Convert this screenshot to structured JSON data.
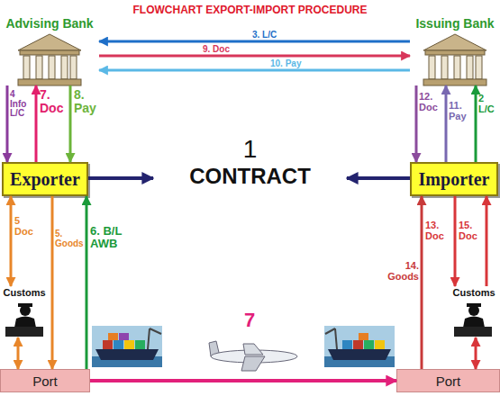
{
  "diagram": {
    "title": "FLOWCHART EXPORT-IMPORT PROCEDURE",
    "nodes": [
      {
        "text": [
          "Advising Bank"
        ]
      },
      {
        "text": [
          "Issuing Bank"
        ]
      },
      {
        "text": [
          "Exporter"
        ]
      },
      {
        "text": [
          "1",
          "CONTRACT"
        ]
      },
      {
        "text": [
          "Importer"
        ]
      },
      {
        "text": [
          "Customs"
        ]
      },
      {
        "text": [
          "Customs"
        ]
      },
      {
        "text": [
          "Port"
        ]
      },
      {
        "text": [
          "Port"
        ]
      }
    ],
    "edges": [
      {
        "from": 1,
        "to": 0,
        "arrow": "to",
        "label": "3. L/C"
      },
      {
        "from": 0,
        "to": 1,
        "arrow": "to",
        "label": "9. Doc"
      },
      {
        "from": 1,
        "to": 0,
        "arrow": "to",
        "label": "10. Pay"
      },
      {
        "from": 0,
        "to": 2,
        "arrow": "to",
        "label": "4 Info L/C"
      },
      {
        "from": 2,
        "to": 0,
        "arrow": "to",
        "label": "7. Doc"
      },
      {
        "from": 0,
        "to": 2,
        "arrow": "to",
        "label": "8. Pay"
      },
      {
        "from": 2,
        "to": 3,
        "arrow": "to"
      },
      {
        "from": 4,
        "to": 3,
        "arrow": "to"
      },
      {
        "from": 1,
        "to": 4,
        "arrow": "to",
        "label": "12. Doc"
      },
      {
        "from": 4,
        "to": 1,
        "arrow": "to",
        "label": "11. Pay"
      },
      {
        "from": 4,
        "to": 1,
        "arrow": "to",
        "label": "2 L/C"
      },
      {
        "from": 2,
        "to": 5,
        "arrow": "both",
        "label": "5 Doc"
      },
      {
        "from": 2,
        "to": 7,
        "arrow": "to",
        "label": "5. Goods"
      },
      {
        "from": 7,
        "to": 2,
        "arrow": "to",
        "label": "6. B/L AWB"
      },
      {
        "from": 5,
        "to": 7,
        "arrow": "both"
      },
      {
        "from": 7,
        "to": 8,
        "arrow": "to",
        "label": "7"
      },
      {
        "from": 8,
        "to": 4,
        "arrow": "to",
        "label": "14. Goods"
      },
      {
        "from": 4,
        "to": 6,
        "arrow": "to",
        "label": "13. Doc"
      },
      {
        "from": 6,
        "to": 4,
        "arrow": "to",
        "label": "15. Doc"
      },
      {
        "from": 6,
        "to": 8,
        "arrow": "both"
      }
    ]
  }
}
